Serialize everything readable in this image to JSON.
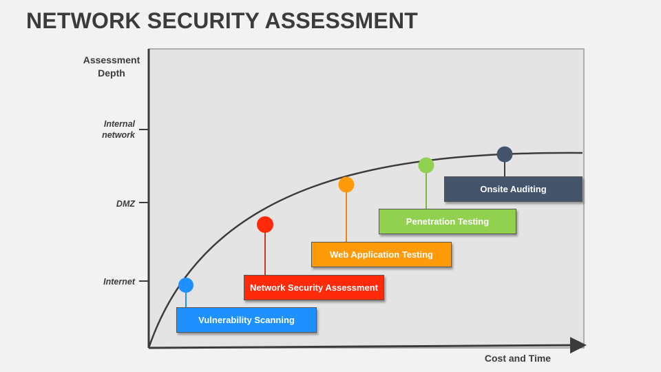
{
  "title": "NETWORK SECURITY ASSESSMENT",
  "axes": {
    "y_title": "Assessment Depth",
    "x_title": "Cost and Time",
    "y_ticks": [
      "Internal network",
      "DMZ",
      "Internet"
    ]
  },
  "stages": [
    {
      "label": "Vulnerability Scanning",
      "color": "#1e90ff"
    },
    {
      "label": "Network Security Assessment",
      "color": "#ff2a0a"
    },
    {
      "label": "Web Application Testing",
      "color": "#ff9a0a"
    },
    {
      "label": "Penetration Testing",
      "color": "#92d050"
    },
    {
      "label": "Onsite Auditing",
      "color": "#44546a"
    }
  ],
  "colors": {
    "plot_background": "#e4e4e4",
    "curve": "#3b3b3b",
    "axis": "#3b3b3b"
  }
}
